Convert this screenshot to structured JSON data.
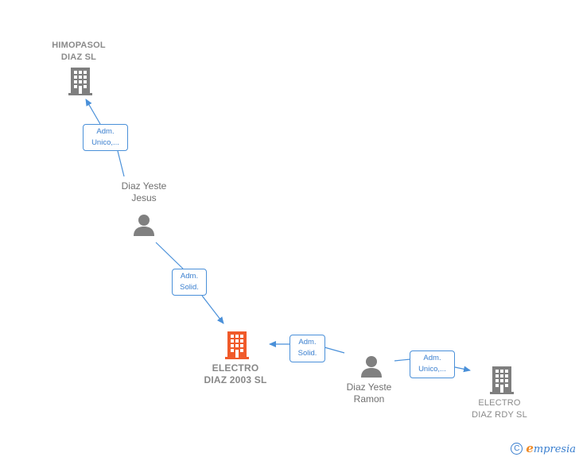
{
  "colors": {
    "edge": "#4a90d9",
    "company": "#7f7f7f",
    "company_highlight": "#f05a2a",
    "person": "#808080",
    "label": "#707070"
  },
  "nodes": {
    "himopasol": {
      "line1": "HIMOPASOL",
      "line2": "DIAZ  SL",
      "icon": "building-icon"
    },
    "diaz_yeste_jesus": {
      "line1": "Diaz Yeste",
      "line2": "Jesus",
      "icon": "person-icon"
    },
    "electro_diaz_2003": {
      "line1": "ELECTRO",
      "line2": "DIAZ 2003  SL",
      "icon": "building-icon"
    },
    "diaz_yeste_ramon": {
      "line1": "Diaz Yeste",
      "line2": "Ramon",
      "icon": "person-icon"
    },
    "electro_diaz_rdy": {
      "line1": "ELECTRO",
      "line2": "DIAZ RDY  SL",
      "icon": "building-icon"
    }
  },
  "edges": {
    "jesus_himopasol": {
      "line1": "Adm.",
      "line2": "Unico,..."
    },
    "jesus_electro2003": {
      "line1": "Adm.",
      "line2": "Solid."
    },
    "ramon_electro2003": {
      "line1": "Adm.",
      "line2": "Solid."
    },
    "ramon_rdy": {
      "line1": "Adm.",
      "line2": "Unico,..."
    }
  },
  "footer": {
    "copyright": "C",
    "brand_initial": "e",
    "brand_rest": "mpresia"
  }
}
